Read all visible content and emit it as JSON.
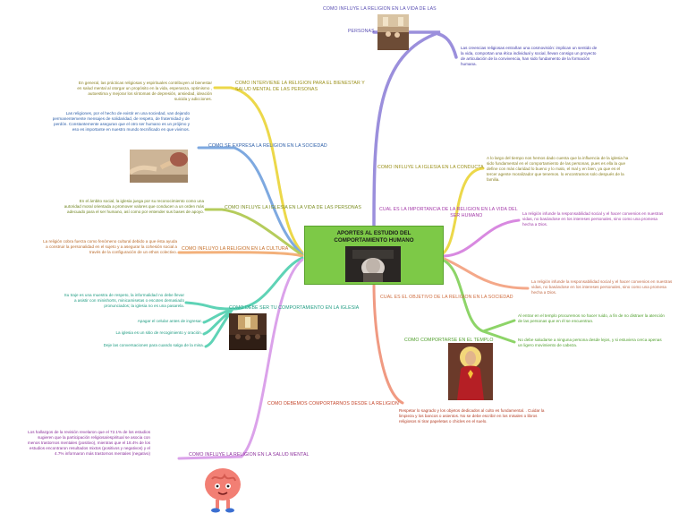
{
  "central": {
    "title_line1": "APORTES AL ESTUDIO DEL",
    "title_line2": "COMPORTAMIENTO HUMANO"
  },
  "branches": {
    "vida_personas": {
      "title_line1": "COMO INFLUYE LA RELIGION EN LA VIDA DE LAS",
      "title_line2": "PERSONAS",
      "note": "Las creencias religiosas entrañan una cosmovisión: implican un sentido de la vida, comportan una ética individual y social, llevan consigo un proyecto de articulación de la convivencia, han sido fundamento de la formación humana."
    },
    "bienestar": {
      "title_line1": "COMO INTERVIENE LA RELIGION PARA EL BIENESTAR Y",
      "title_line2": "SALUD MENTAL DE LAS PERSONAS",
      "note": "En general, las prácticas religiosas y espirituales contribuyen al bienestar en salud mental al otorgar un propósito en la vida, esperanza, optimismo , autoestima y mejorar los síntomas de depresión, ansiedad, ideación suicida y adicciones."
    },
    "expresa": {
      "title": "COMO SE EXPRESA LA RELIGION EN LA SOCIEDAD",
      "note": "Las religiones, por el hecho de existir en una sociedad, van dejando permanentemente mensajes de solidaridad, de respeto, de fraternidad y de perdón. Constantemente aseguran que el otro ser humano es un prójimo y eso es importante en nuestro mundo tecnificado en que vivimos."
    },
    "iglesia_vida": {
      "title": "COMO INFLUYE LA IGLESIA EN LA VIDA DE LAS PERSONAS",
      "note": "En el ámbito social, la iglesia juega por su reconocimiento como una autoridad moral orientada a promover valores que conducen a un orden más adecuado para el ser humano, así como por entender sus bases de apoyo."
    },
    "cultura": {
      "title": "COMO INFLUYO LA RELIGION EN LA CULTURA",
      "note": "La religión cobra fuerza como fenómeno cultural debido a que ésta ayuda a construir la personalidad en el sujeto y a asegurar la cohesión social a través de la configuración de un ethos colectivo."
    },
    "iglesia_conducta": {
      "title": "COMO INFLUYE LA IGLESIA EN LA CONDUCTA",
      "note": "A lo largo del tiempo nos hemos dado cuenta que la influencia de la iglesia ha sido fundamental en el comportamiento de las personas, pues es ella la que define con más claridad lo bueno y lo malo, el mal y en bien, ya que es el tercer agente moralizador que tenemos. lo encontramos solo después de la familia."
    },
    "importancia": {
      "title_line1": "CUAL ES LA IMPORTANCIA DE LA RELIGION EN LA VIDA DEL",
      "title_line2": "SER HUMANO",
      "note": "La religión infunde la responsabilidad social y el hacer convenios en nuestras vidas, no basándose en los intereses personales, sino como una promesa hecha a Dios."
    },
    "objetivo": {
      "title": "CUAL ES EL OBJETIVO DE LA RELIGION EN LA SOCIEDAD",
      "note": "La religión infunde la responsabilidad social y el hacer convenios en nuestras vidas, no basándose en los intereses personales, sino como una promesa hecha a Dios."
    },
    "comportamiento_iglesia": {
      "title": "COMO DEBE SER TU COMPORTAMIENTO EN LA IGLESIA",
      "notes": [
        "Su traje es una muestra de respeto, la informalidad no debe llevar a asistir con minishorts, minicamisetas o escotes demasiado pronunciados; la iglesia no es una pasarela.",
        "Apagar el celular antes de ingresar.",
        "La iglesia es un sitio de recogimiento y oración.",
        "Deje las conversaciones para cuando salga de la misa."
      ]
    },
    "templo": {
      "title": "COMO COMPORTARSE EN EL TEMPLO",
      "notes": [
        "Al entrar en el templo procuremos no hacer ruido, a fin de no distraer la atención de las personas que en él se encuentran.",
        "No debe saludarse a ninguna persona desde lejos, y si estuviera cerca apenas un ligero movimiento de cabeza."
      ]
    },
    "religion_comportarnos": {
      "title": "COMO DEBEMOS COMPORTARNOS DESDE LA RELIGION",
      "note": "Respetar lo sagrado y los objetos dedicados al culto es fundamental. . Cuidar la limpieza y los bancos o asientos. No se debe escribir en los misales o libros religiosos ni tirar papeletas o chicles en el suelo."
    },
    "salud_mental": {
      "title": "COMO INFLUYE LA RELIGION EN LA SALUD MENTAL",
      "note": "Los hallazgos de la revisión revelaron que el 72.1% de los estudios sugieren que la participación religiosa/espiritual se asocia con menos trastornos mentales (positivo), mientras que el 18.4% de los estudios encontraron resultados mixtos (positivos y negativos) y el 4.7% informaron más trastornos mentales (negativo)"
    }
  },
  "colors": {
    "purple": "#9b8fdc",
    "yellow": "#ecd84a",
    "blue": "#7ea9e0",
    "olive": "#b5cc5c",
    "orange": "#f3b07a",
    "magenta": "#d889e0",
    "peach": "#f4a889",
    "green": "#8dd468",
    "teal": "#5fd3b6",
    "salmon": "#f09a82",
    "lilac": "#dba2ea",
    "central_fill": "#7dc947"
  }
}
